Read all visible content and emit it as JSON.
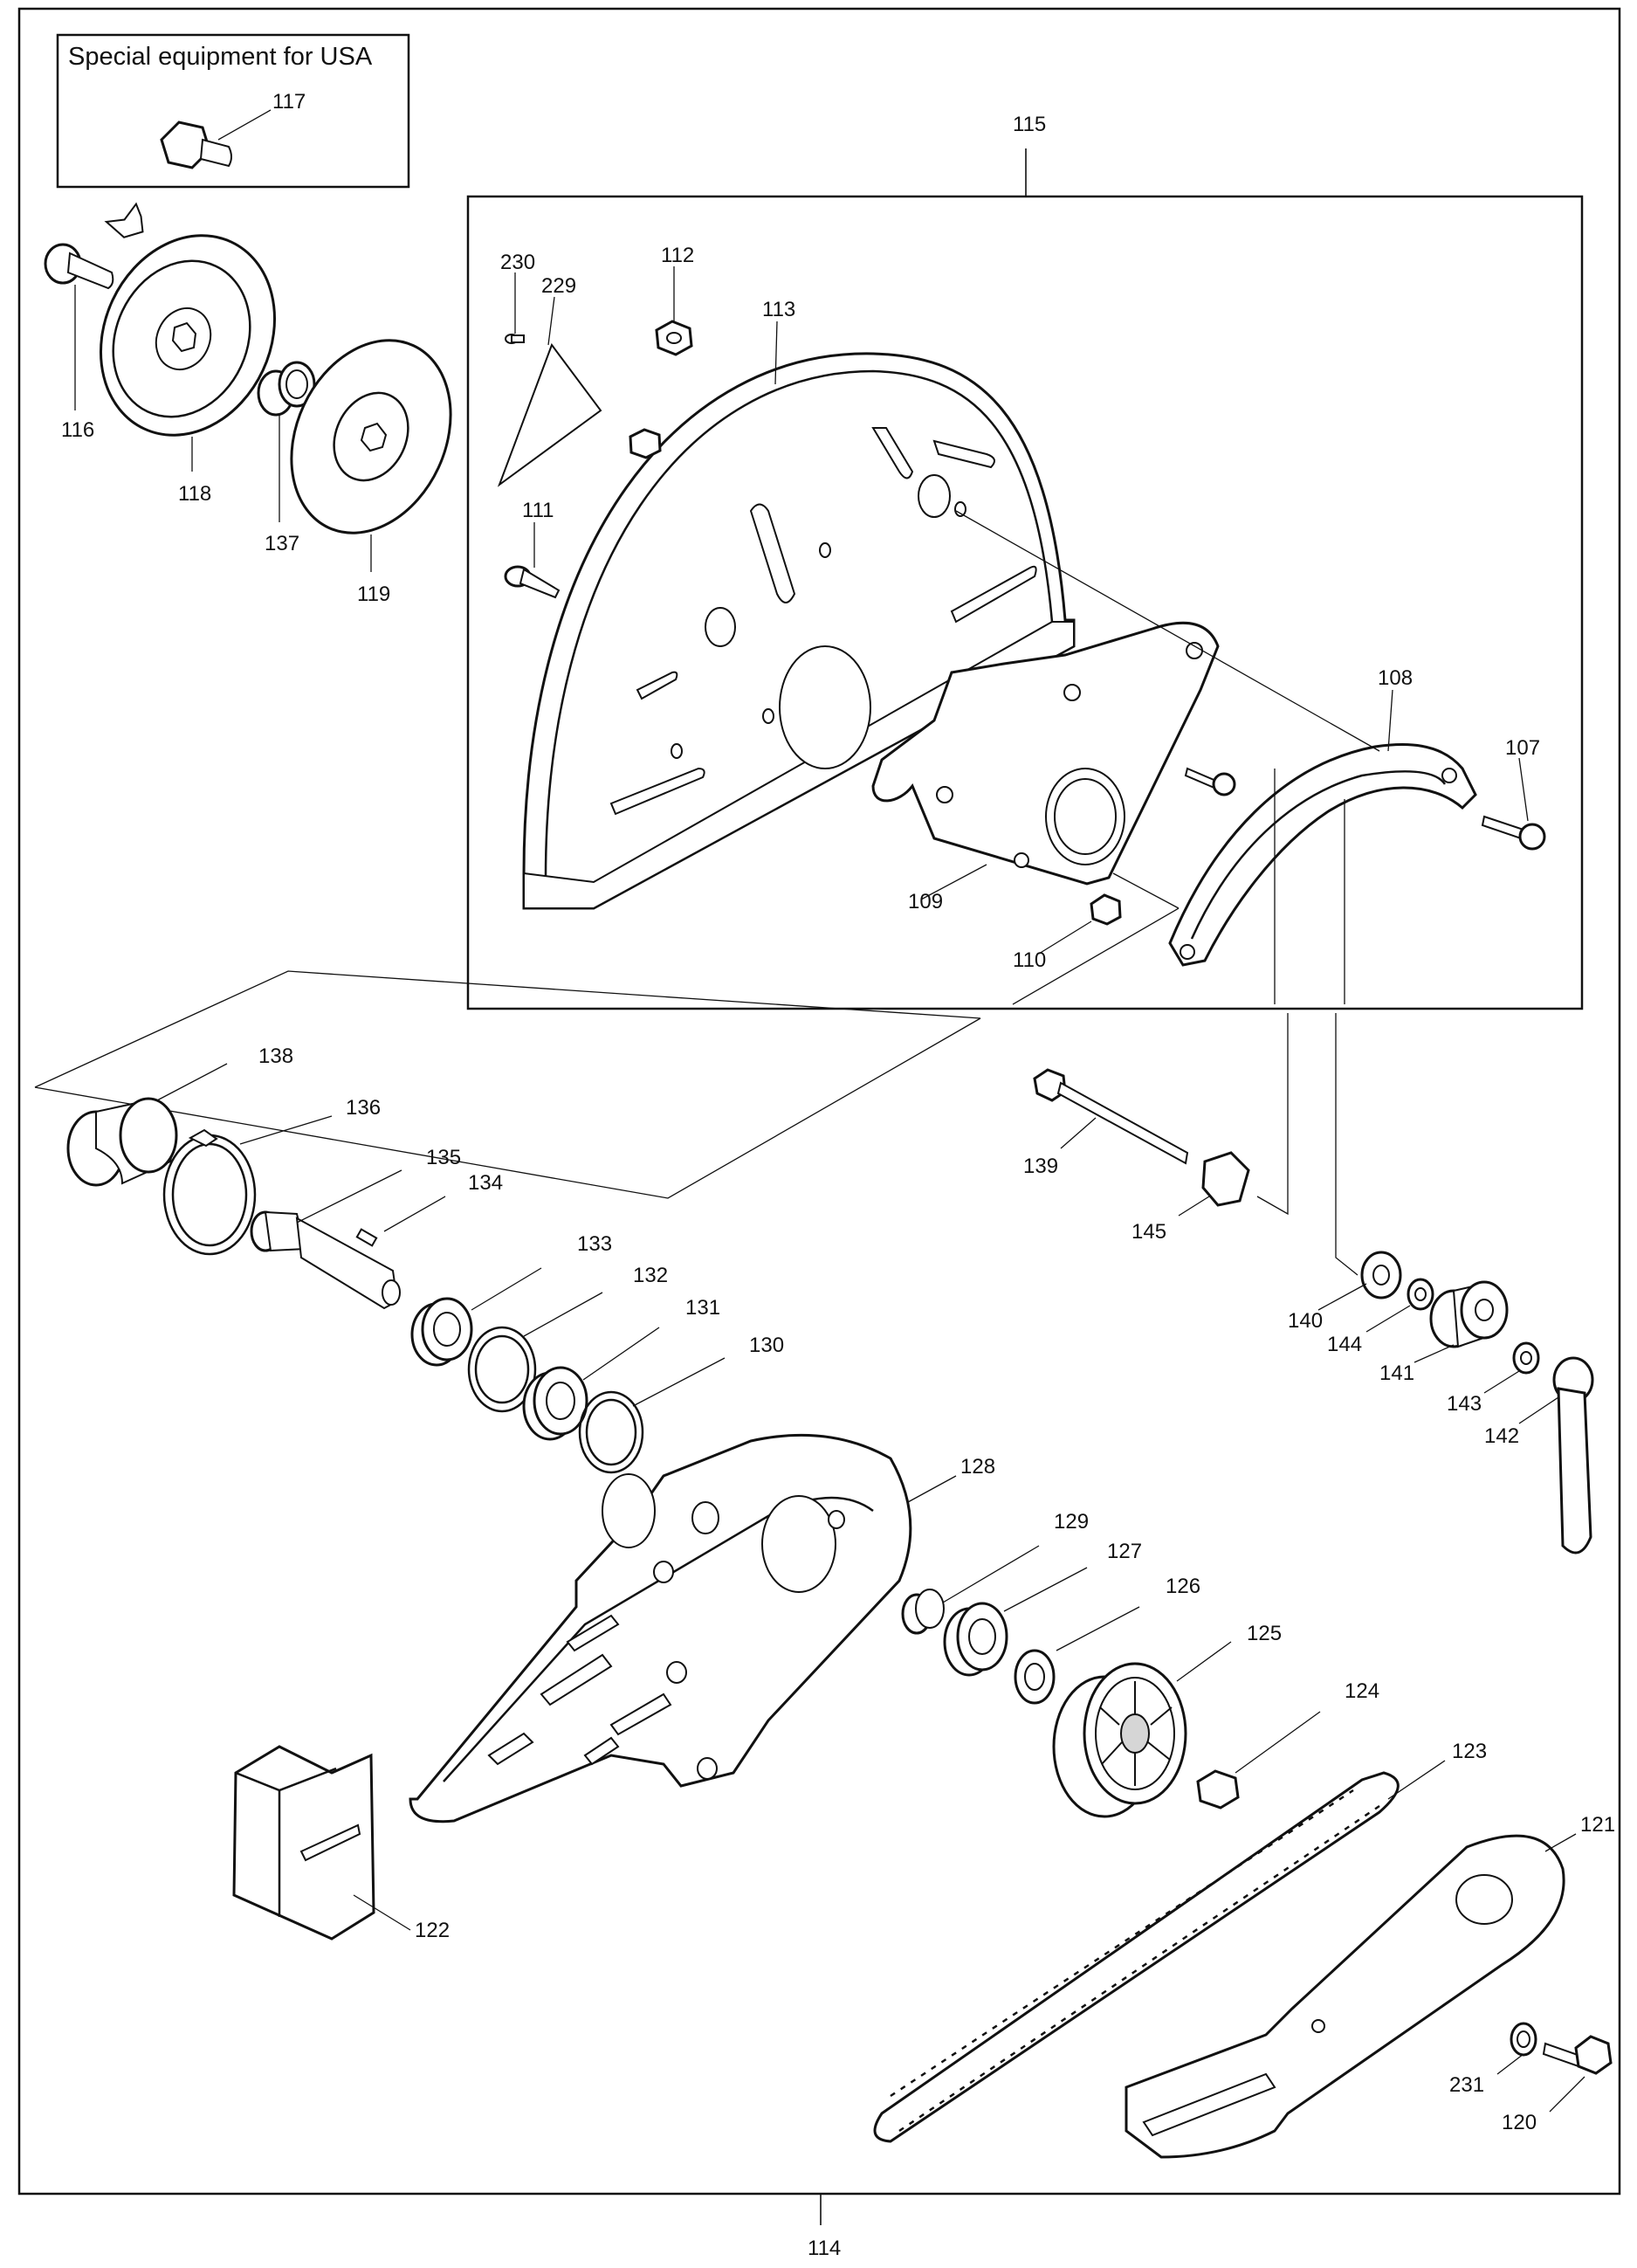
{
  "diagram": {
    "boxes": {
      "usa_box_title": "Special equipment for USA"
    },
    "part_numbers": {
      "p107": "107",
      "p108": "108",
      "p109": "109",
      "p110": "110",
      "p111": "111",
      "p112": "112",
      "p113": "113",
      "p114": "114",
      "p115": "115",
      "p116": "116",
      "p117": "117",
      "p118": "118",
      "p119": "119",
      "p120": "120",
      "p121": "121",
      "p122": "122",
      "p123": "123",
      "p124": "124",
      "p125": "125",
      "p126": "126",
      "p127": "127",
      "p128": "128",
      "p129": "129",
      "p130": "130",
      "p131": "131",
      "p132": "132",
      "p133": "133",
      "p134": "134",
      "p135": "135",
      "p136": "136",
      "p137": "137",
      "p138": "138",
      "p139": "139",
      "p140": "140",
      "p141": "141",
      "p142": "142",
      "p143": "143",
      "p144": "144",
      "p145": "145",
      "p229": "229",
      "p230": "230",
      "p231": "231"
    }
  }
}
